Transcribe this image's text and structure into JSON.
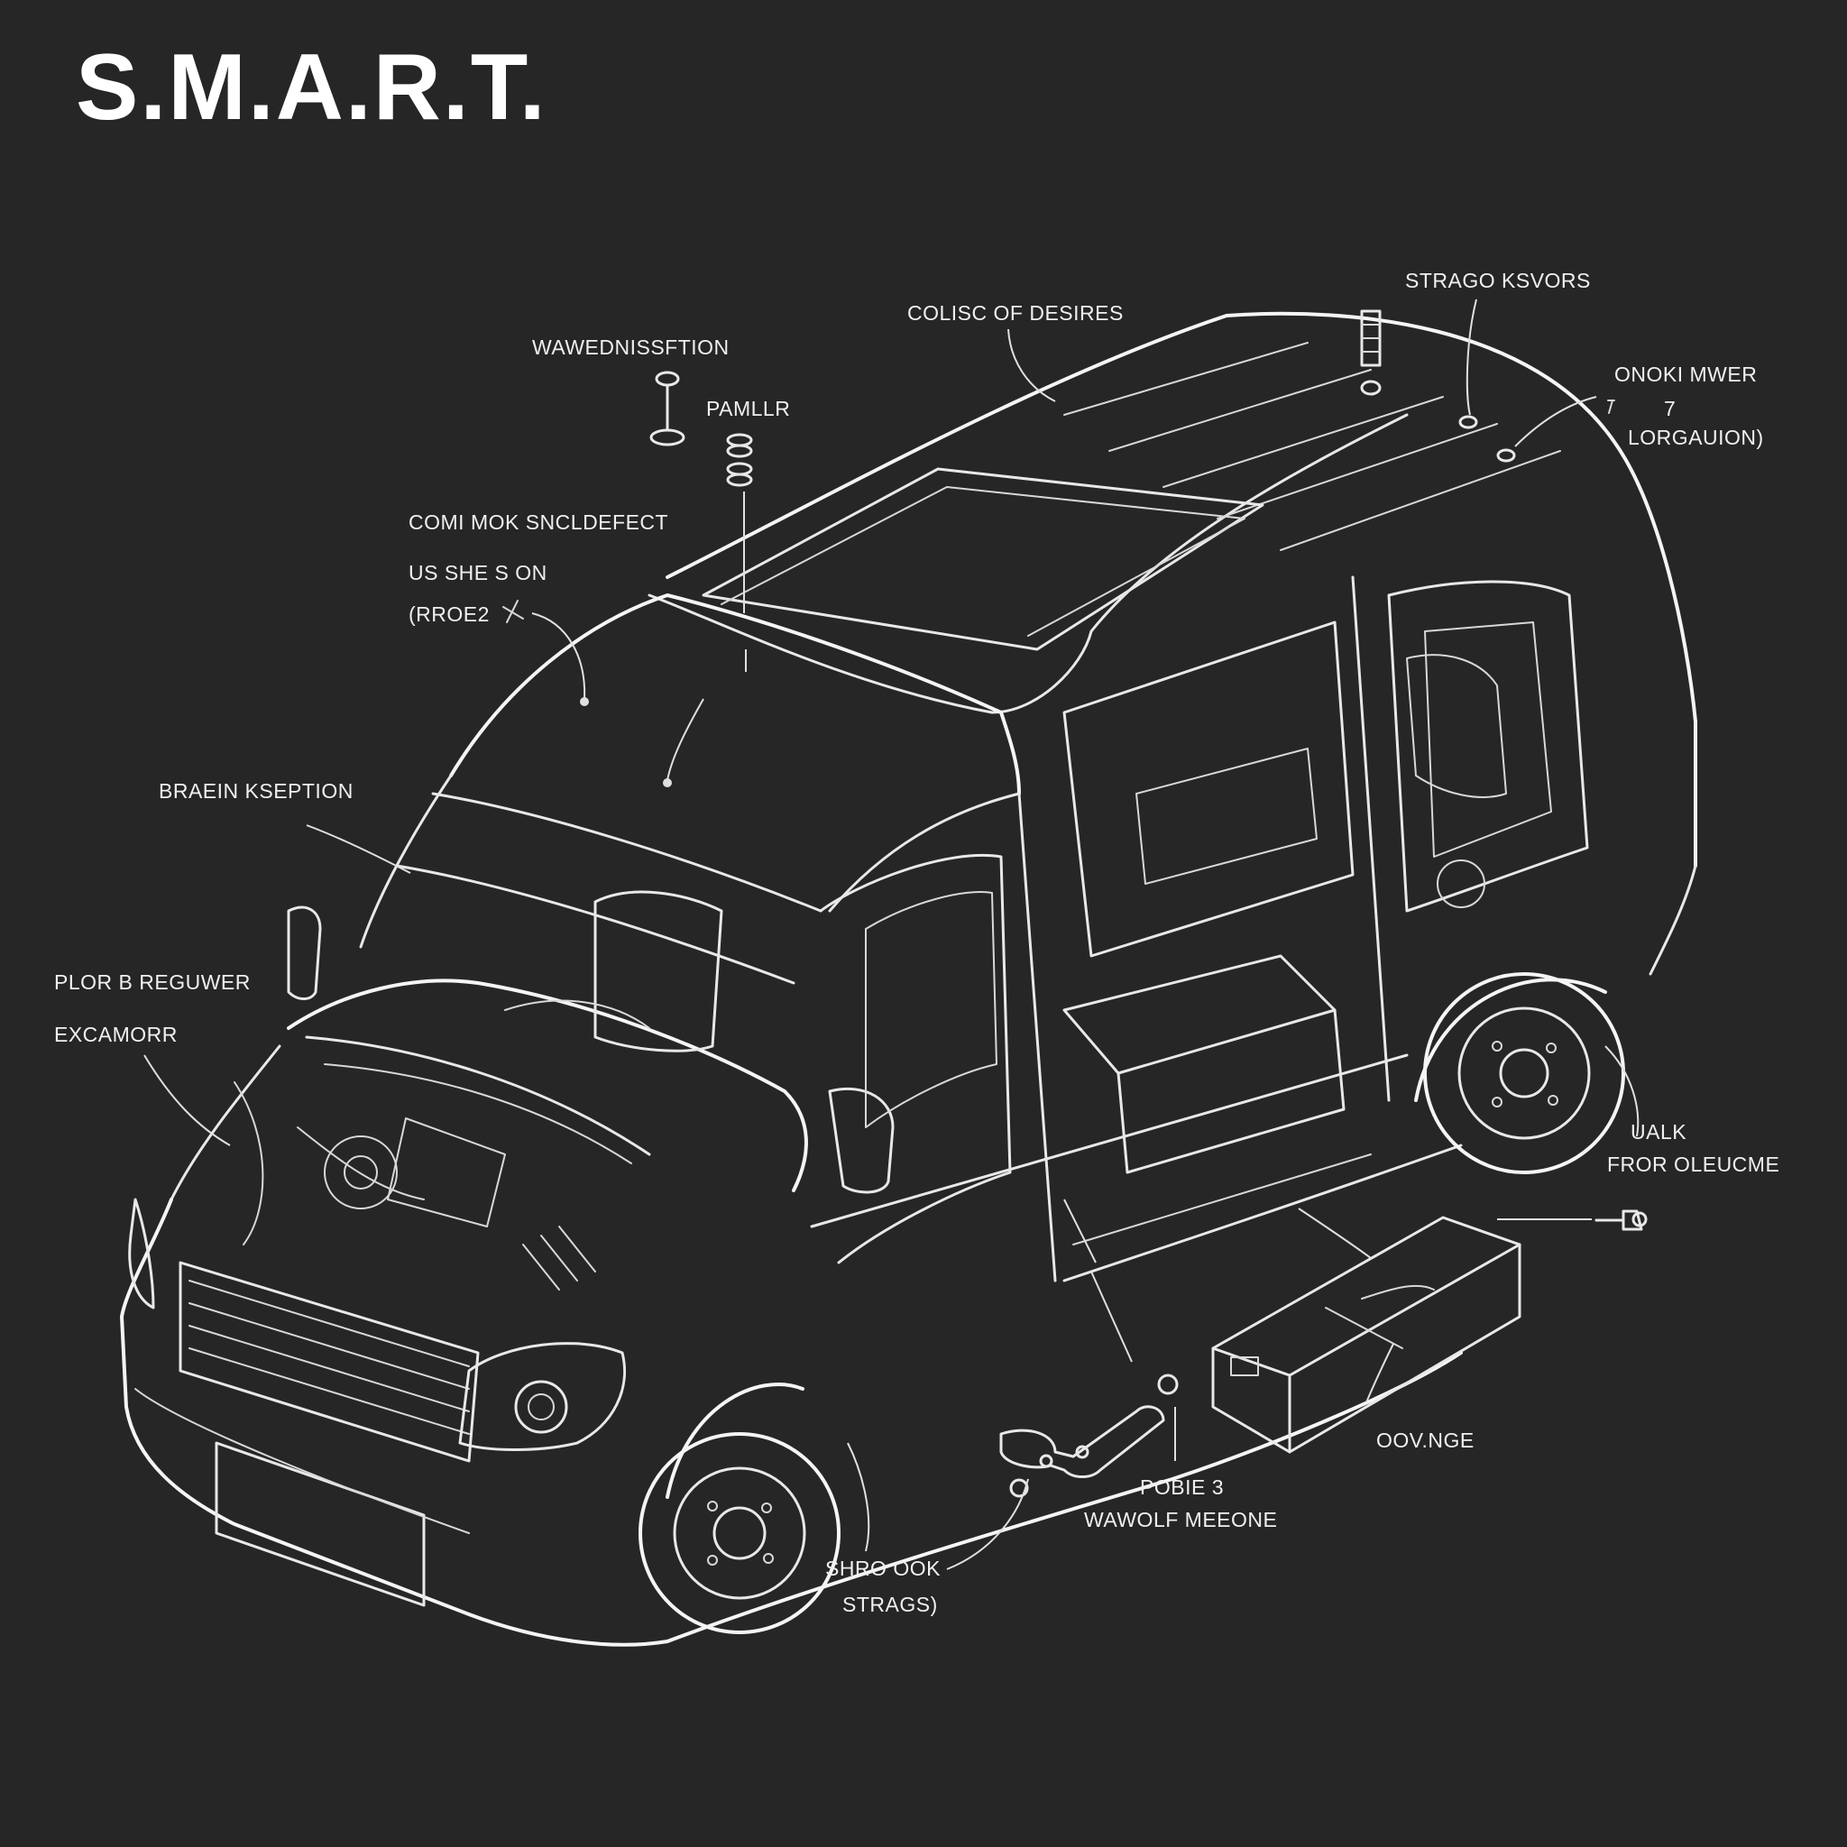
{
  "diagram": {
    "title": "S.M.A.R.T.",
    "labels": {
      "wawednissftion": "WAWEDNISSFTION",
      "pamllr": "PAMLLR",
      "colisc": "COLISC OF DESIRES",
      "strago": "STRAGO KSVORS",
      "onoki": "ONOKI MWER",
      "onoki_sub": "7",
      "lorgauion": "LORGAUION)",
      "comi": "COMI MOK SNCLDEFECT",
      "us_shes": "US SHE S ON",
      "rroe2": "(RROE2",
      "braein": "BRAEIN KSEPTION",
      "plor": "PLOR B REGUWER",
      "excamorr": "EXCAMORR",
      "ualk": "UALK",
      "fror": "FROR OLEUCME",
      "oovnge": "OOV.NGE",
      "poble3": "POBIE 3",
      "wawolf": "WAWOLF MEEONE",
      "shro": "SHRO OOK",
      "strags": "STRAGS)"
    },
    "colors": {
      "background": "#262626",
      "line": "#e8e8e8",
      "text": "#f0f0f0"
    }
  }
}
